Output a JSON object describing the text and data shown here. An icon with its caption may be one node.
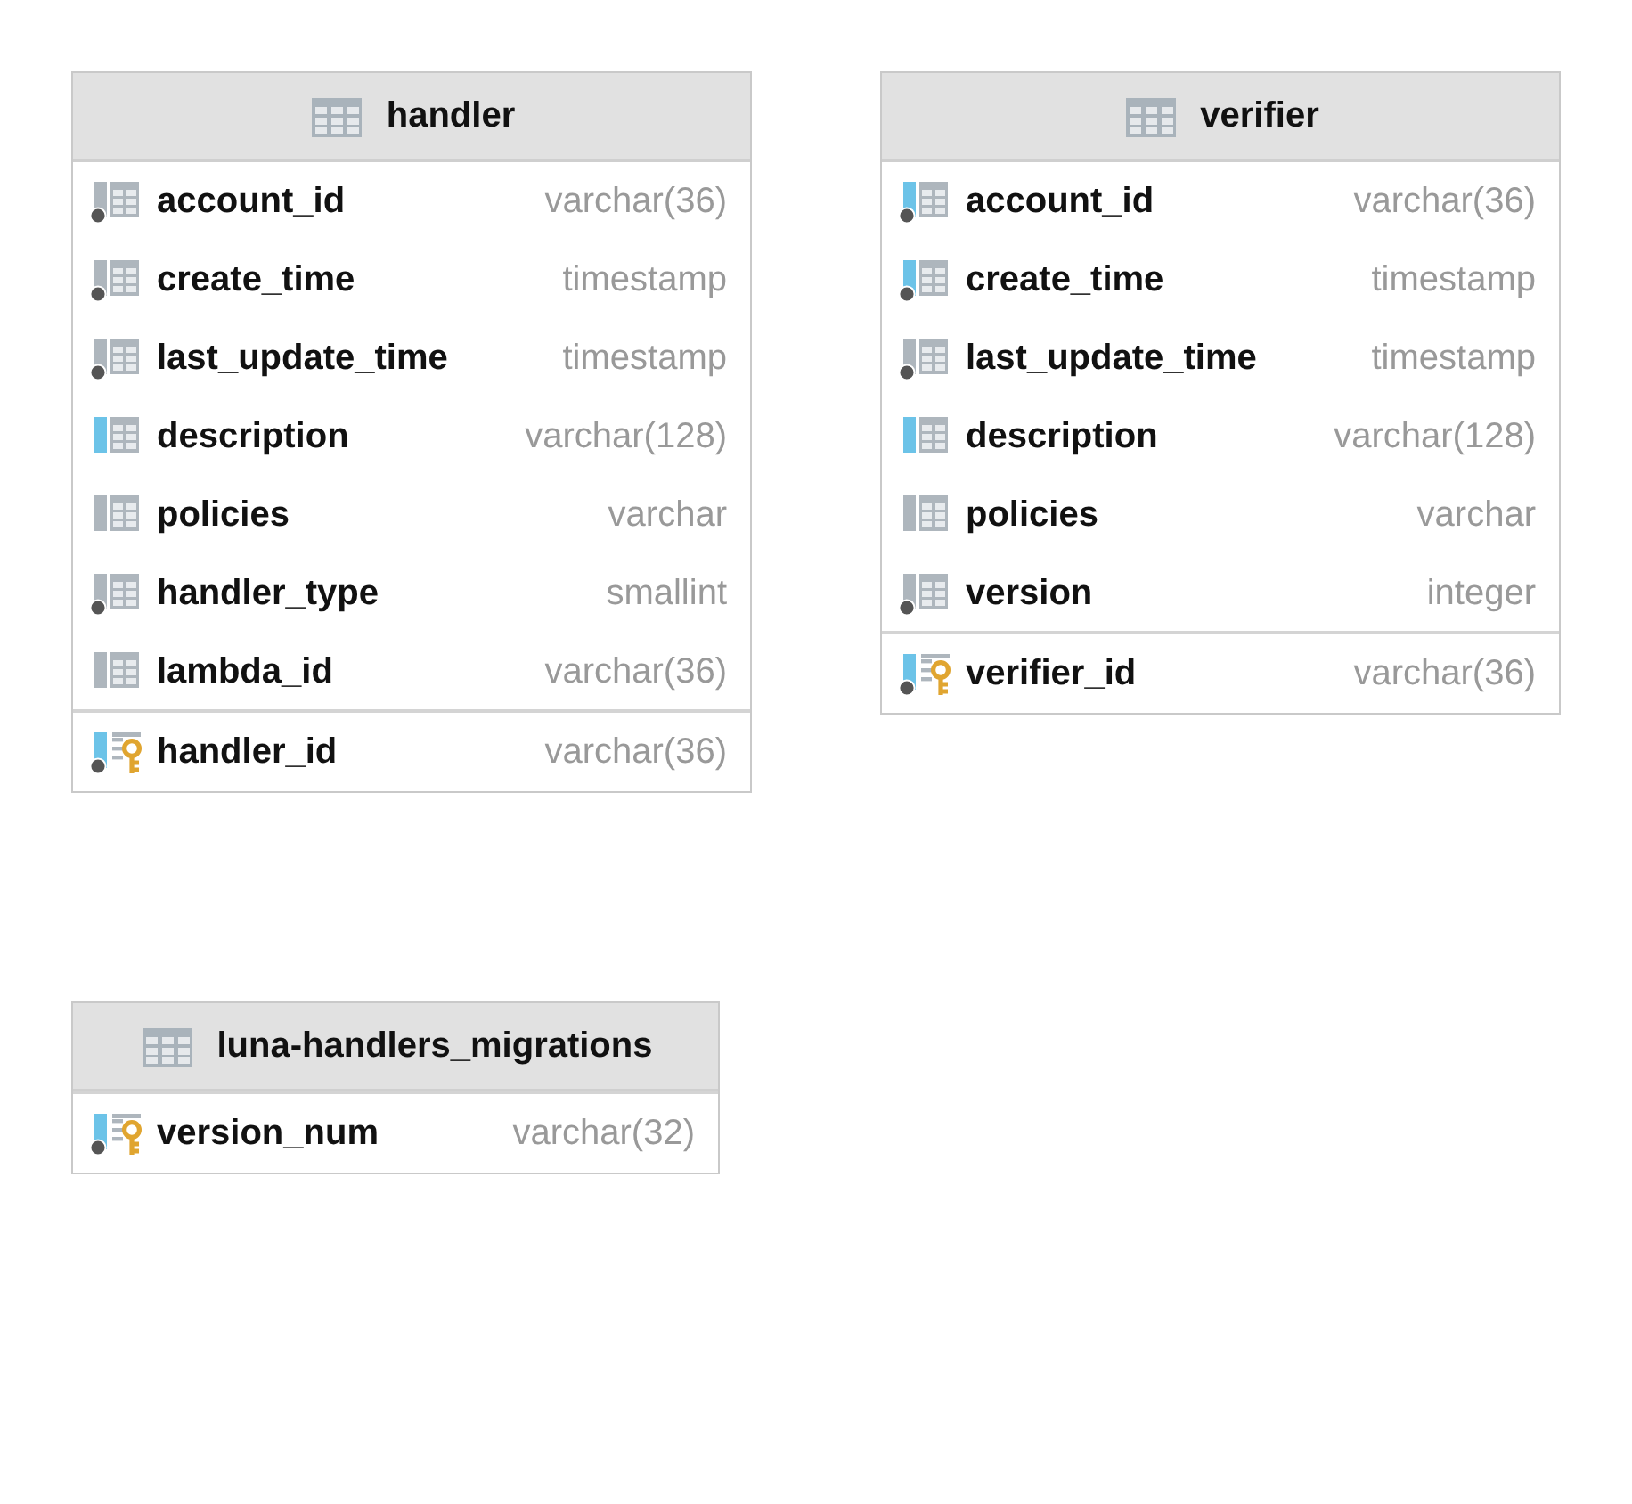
{
  "diagram": {
    "nodes": [
      {
        "text": [
          "handler"
        ]
      },
      {
        "text": [
          "verifier"
        ]
      },
      {
        "text": [
          "luna-handlers_migrations"
        ]
      }
    ],
    "labels": [
      "account_id",
      "varchar(36)",
      "create_time",
      "timestamp",
      "last_update_time",
      "timestamp",
      "description",
      "varchar(128)",
      "policies",
      "varchar",
      "handler_type",
      "smallint",
      "lambda_id",
      "varchar(36)",
      "handler_id",
      "varchar(36)",
      "account_id",
      "varchar(36)",
      "create_time",
      "timestamp",
      "last_update_time",
      "timestamp",
      "description",
      "varchar(128)",
      "policies",
      "varchar",
      "version",
      "integer",
      "verifier_id",
      "varchar(36)",
      "version_num",
      "varchar(32)"
    ]
  }
}
